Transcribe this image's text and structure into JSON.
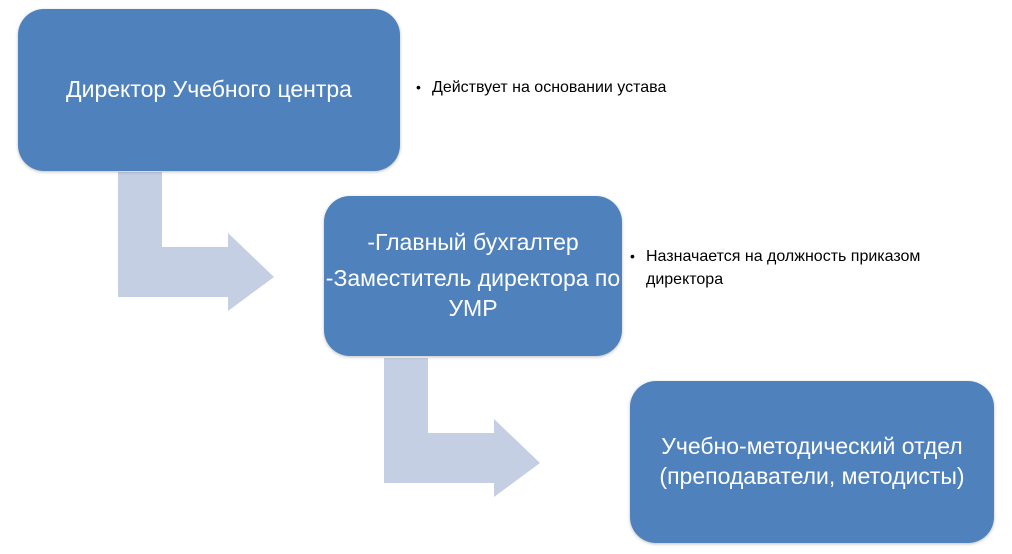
{
  "diagram": {
    "boxes": [
      {
        "lines": [
          "Директор Учебного центра"
        ]
      },
      {
        "lines": [
          "-Главный бухгалтер",
          "-Заместитель директора по УМР"
        ]
      },
      {
        "lines": [
          "Учебно-методический отдел",
          "(преподаватели, методисты)"
        ]
      }
    ],
    "notes": [
      {
        "bullet": "•",
        "text": "Действует на основании устава"
      },
      {
        "bullet": "•",
        "text": "Назначается на должность приказом директора"
      }
    ],
    "colors": {
      "box_fill": "#4f81bd",
      "box_text": "#ffffff",
      "arrow_fill": "#c5cfe3"
    }
  }
}
